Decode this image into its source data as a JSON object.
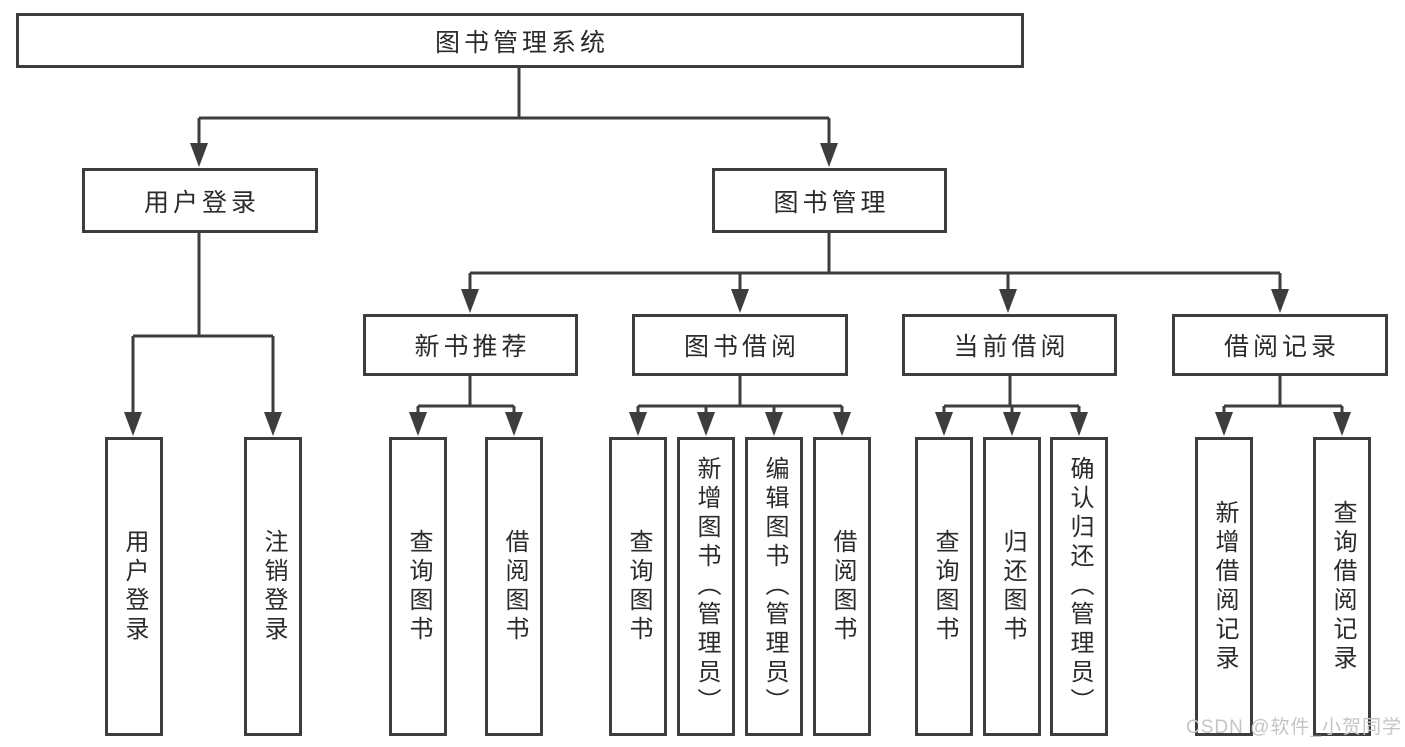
{
  "tree": {
    "root": {
      "label": "图书管理系统"
    },
    "branches": [
      {
        "label": "用户登录",
        "children": [
          {
            "label": "用户登录"
          },
          {
            "label": "注销登录"
          }
        ]
      },
      {
        "label": "图书管理",
        "children": [
          {
            "label": "新书推荐",
            "children": [
              {
                "label": "查询图书"
              },
              {
                "label": "借阅图书"
              }
            ]
          },
          {
            "label": "图书借阅",
            "children": [
              {
                "label": "查询图书"
              },
              {
                "label": "新增图书（管理员）"
              },
              {
                "label": "编辑图书（管理员）"
              },
              {
                "label": "借阅图书"
              }
            ]
          },
          {
            "label": "当前借阅",
            "children": [
              {
                "label": "查询图书"
              },
              {
                "label": "归还图书"
              },
              {
                "label": "确认归还（管理员）"
              }
            ]
          },
          {
            "label": "借阅记录",
            "children": [
              {
                "label": "新增借阅记录"
              },
              {
                "label": "查询借阅记录"
              }
            ]
          }
        ]
      }
    ]
  },
  "watermark": {
    "text": "CSDN @软件_小贺同学"
  },
  "colors": {
    "line": "#3d3d3d",
    "text": "#2b2b2b",
    "background": "#ffffff",
    "watermark": "#c5c5c5"
  }
}
